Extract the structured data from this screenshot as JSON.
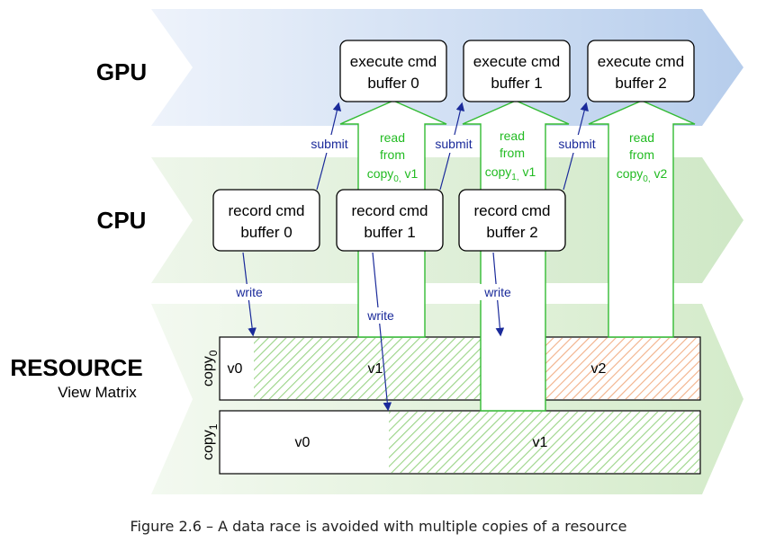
{
  "lanes": {
    "gpu": "GPU",
    "cpu": "CPU",
    "resource": "RESOURCE",
    "resource_sub": "View Matrix"
  },
  "gpu_boxes": [
    {
      "line1": "execute cmd",
      "line2": "buffer 0"
    },
    {
      "line1": "execute cmd",
      "line2": "buffer 1"
    },
    {
      "line1": "execute cmd",
      "line2": "buffer 2"
    }
  ],
  "cpu_boxes": [
    {
      "line1": "record cmd",
      "line2": "buffer 0"
    },
    {
      "line1": "record cmd",
      "line2": "buffer 1"
    },
    {
      "line1": "record cmd",
      "line2": "buffer 2"
    }
  ],
  "submit_label": "submit",
  "write_label": "write",
  "reads": [
    {
      "l1": "read",
      "l2": "from",
      "base": "copy",
      "sub": "0,",
      "rest": " v1"
    },
    {
      "l1": "read",
      "l2": "from",
      "base": "copy",
      "sub": "1,",
      "rest": " v1"
    },
    {
      "l1": "read",
      "l2": "from",
      "base": "copy",
      "sub": "0,",
      "rest": " v2"
    }
  ],
  "rows": [
    {
      "label_base": "copy",
      "label_sub": "0",
      "cells": [
        "v0",
        "v1",
        "v2"
      ]
    },
    {
      "label_base": "copy",
      "label_sub": "1",
      "cells": [
        "v0",
        "v1"
      ]
    }
  ],
  "caption": "Figure 2.6 – A data race is avoided with multiple copies of a resource",
  "colors": {
    "gpu_band": "#c9d9f2",
    "cpu_band": "#d6ebcf",
    "green": "#33bb33",
    "blue": "#1a2a9a",
    "orange_hatch": "#f0a070",
    "green_hatch": "#8fd07a"
  }
}
